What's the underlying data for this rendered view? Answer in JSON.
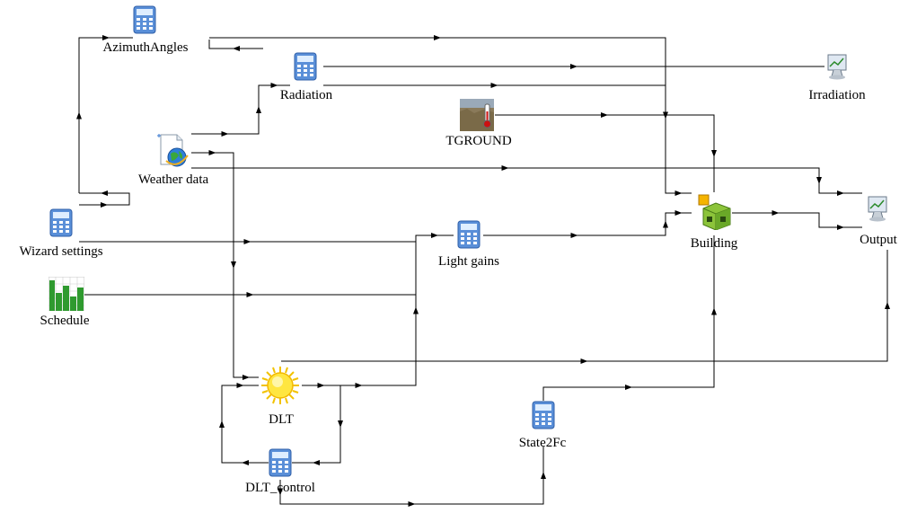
{
  "components": [
    {
      "id": "azimuth",
      "label": "AzimuthAngles",
      "icon": "calculator-icon"
    },
    {
      "id": "radiation",
      "label": "Radiation",
      "icon": "calculator-icon"
    },
    {
      "id": "irrad",
      "label": "Irradiation",
      "icon": "online-plotter-icon"
    },
    {
      "id": "tground",
      "label": "TGROUND",
      "icon": "ground-temperature-icon"
    },
    {
      "id": "weather",
      "label": "Weather data",
      "icon": "weather-data-reader-icon"
    },
    {
      "id": "wizard",
      "label": "Wizard settings",
      "icon": "calculator-icon"
    },
    {
      "id": "building",
      "label": "Building",
      "icon": "building-icon"
    },
    {
      "id": "output",
      "label": "Output",
      "icon": "online-plotter-icon"
    },
    {
      "id": "light",
      "label": "Light gains",
      "icon": "calculator-icon"
    },
    {
      "id": "schedule",
      "label": "Schedule",
      "icon": "schedule-icon"
    },
    {
      "id": "dlt",
      "label": "DLT",
      "icon": "sun-icon"
    },
    {
      "id": "state2fc",
      "label": "State2Fc",
      "icon": "calculator-icon"
    },
    {
      "id": "dltctrl",
      "label": "DLT_control",
      "icon": "calculator-icon"
    }
  ]
}
